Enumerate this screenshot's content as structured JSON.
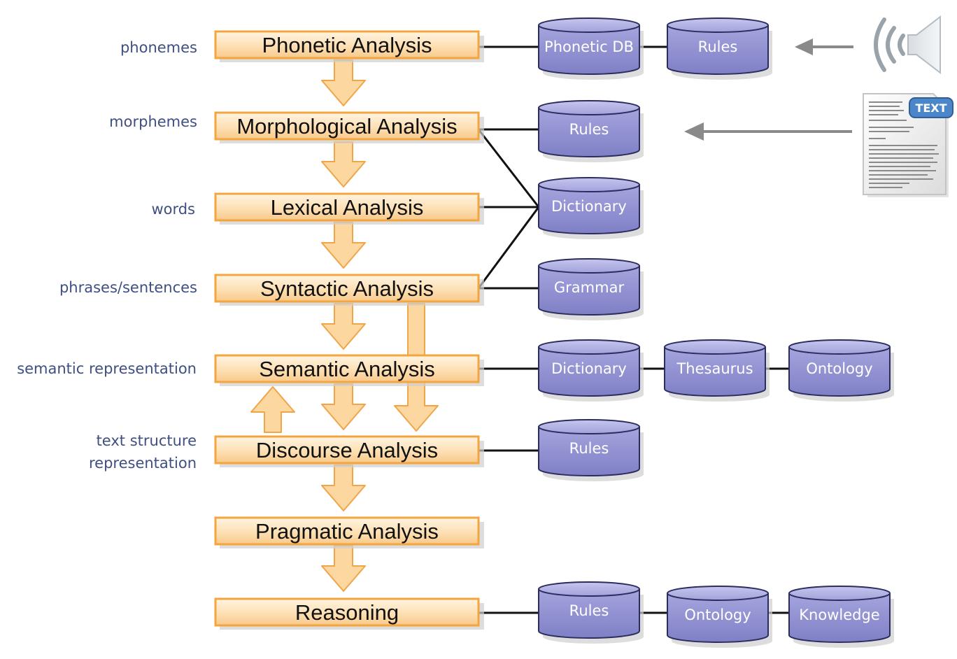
{
  "stages": [
    {
      "id": "phonetic",
      "label": "Phonetic Analysis",
      "side": [
        "phonemes"
      ]
    },
    {
      "id": "morphological",
      "label": "Morphological Analysis",
      "side": [
        "morphemes"
      ]
    },
    {
      "id": "lexical",
      "label": "Lexical Analysis",
      "side": [
        "words"
      ]
    },
    {
      "id": "syntactic",
      "label": "Syntactic Analysis",
      "side": [
        "phrases/sentences"
      ]
    },
    {
      "id": "semantic",
      "label": "Semantic Analysis",
      "side": [
        "semantic representation"
      ]
    },
    {
      "id": "discourse",
      "label": "Discourse Analysis",
      "side": [
        "text structure",
        "representation"
      ]
    },
    {
      "id": "pragmatic",
      "label": "Pragmatic Analysis",
      "side": []
    },
    {
      "id": "reasoning",
      "label": "Reasoning",
      "side": []
    }
  ],
  "resources": [
    {
      "id": "phonetic-db",
      "label": "Phonetic DB"
    },
    {
      "id": "phonetic-rules",
      "label": "Rules"
    },
    {
      "id": "morph-rules",
      "label": "Rules"
    },
    {
      "id": "lexical-dictionary",
      "label": "Dictionary"
    },
    {
      "id": "grammar",
      "label": "Grammar"
    },
    {
      "id": "semantic-dictionary",
      "label": "Dictionary"
    },
    {
      "id": "thesaurus",
      "label": "Thesaurus"
    },
    {
      "id": "semantic-ontology",
      "label": "Ontology"
    },
    {
      "id": "discourse-rules",
      "label": "Rules"
    },
    {
      "id": "reasoning-rules",
      "label": "Rules"
    },
    {
      "id": "reasoning-ontology",
      "label": "Ontology"
    },
    {
      "id": "knowledge",
      "label": "Knowledge"
    }
  ],
  "inputs": {
    "text_badge": "TEXT",
    "speaker_icon": "speaker-icon",
    "document_icon": "text-document-icon"
  },
  "colors": {
    "stage_fill": "#fde0b4",
    "stage_border": "#f3a540",
    "arrow_fill": "#fcd8a0",
    "arrow_border": "#f0a548",
    "db_fill": "#8f8fd2",
    "db_border": "#2c2c5e",
    "side_text": "#3f4f82",
    "input_arrow": "#8a8a8a"
  }
}
